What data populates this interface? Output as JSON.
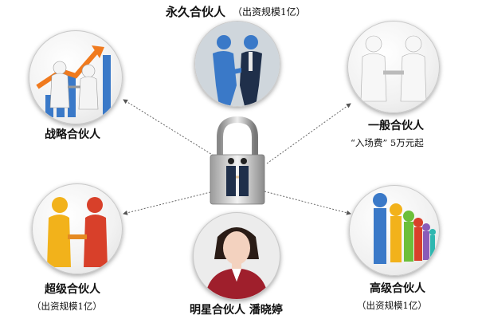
{
  "nodes": {
    "permanent": {
      "label": "永久合伙人",
      "note": "（出资规模1亿）"
    },
    "strategic": {
      "label": "战略合伙人"
    },
    "general": {
      "label": "一般合伙人",
      "note": "“入场费” 5万元起"
    },
    "super": {
      "label": "超级合伙人",
      "note": "（出资规模1亿）"
    },
    "star": {
      "label": "明星合伙人 潘晓婷"
    },
    "senior": {
      "label": "高级合伙人",
      "note": "（出资规模1亿）"
    }
  },
  "colors": {
    "blue_figure": "#3a79c8",
    "orange_arrow": "#f07a1e",
    "red_figure": "#d8402a",
    "gold_figure": "#f2b21b",
    "suit_red": "#9f1f2c"
  }
}
